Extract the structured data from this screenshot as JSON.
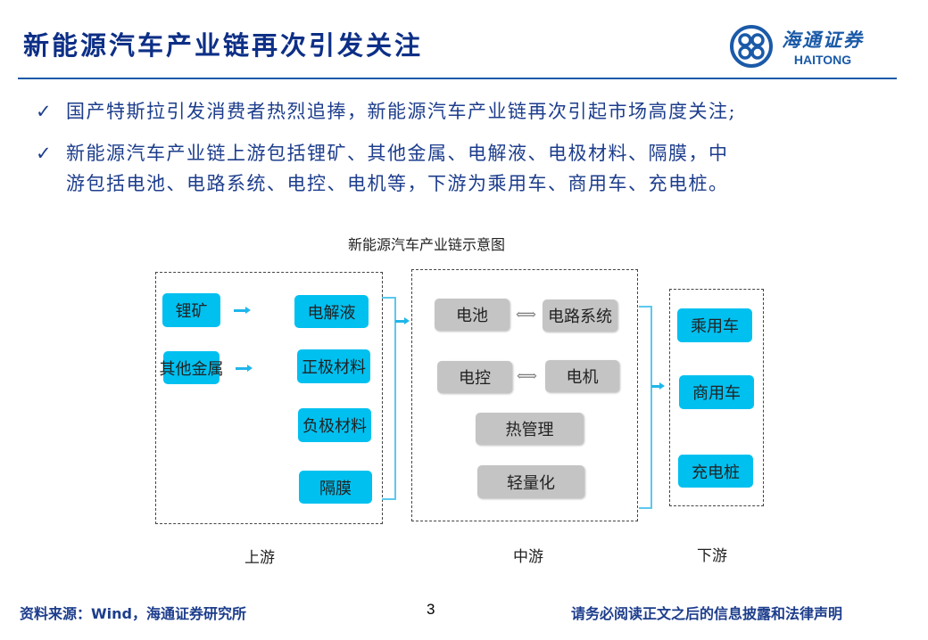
{
  "header": {
    "title": "新能源汽车产业链再次引发关注",
    "logo_cn": "海通证券",
    "logo_en": "HAITONG"
  },
  "bullets": [
    {
      "icon": "check-icon",
      "text": "国产特斯拉引发消费者热烈追捧，新能源汽车产业链再次引起市场高度关注;"
    },
    {
      "icon": "check-icon",
      "line1": "新能源汽车产业链上游包括锂矿、其他金属、电解液、电极材料、隔膜，中",
      "line2": "游包括电池、电路系统、电控、电机等，下游为乘用车、商用车、充电桩。"
    }
  ],
  "diagram": {
    "title": "新能源汽车产业链示意图",
    "upstream": {
      "label": "上游",
      "sources": [
        "锂矿",
        "其他金属"
      ],
      "materials": [
        "电解液",
        "正极材料",
        "负极材料",
        "隔膜"
      ]
    },
    "midstream": {
      "label": "中游",
      "items": [
        "电池",
        "电路系统",
        "电控",
        "电机",
        "热管理",
        "轻量化"
      ]
    },
    "downstream": {
      "label": "下游",
      "items": [
        "乘用车",
        "商用车",
        "充电桩"
      ]
    },
    "colors": {
      "upstream_box": "#00c0f0",
      "midstream_box": "#c4c4c4",
      "arrow": "#1fb6ea"
    }
  },
  "footer": {
    "source": "资料来源：Wind，海通证券研究所",
    "page": "3",
    "disclaimer": "请务必阅读正文之后的信息披露和法律声明"
  }
}
